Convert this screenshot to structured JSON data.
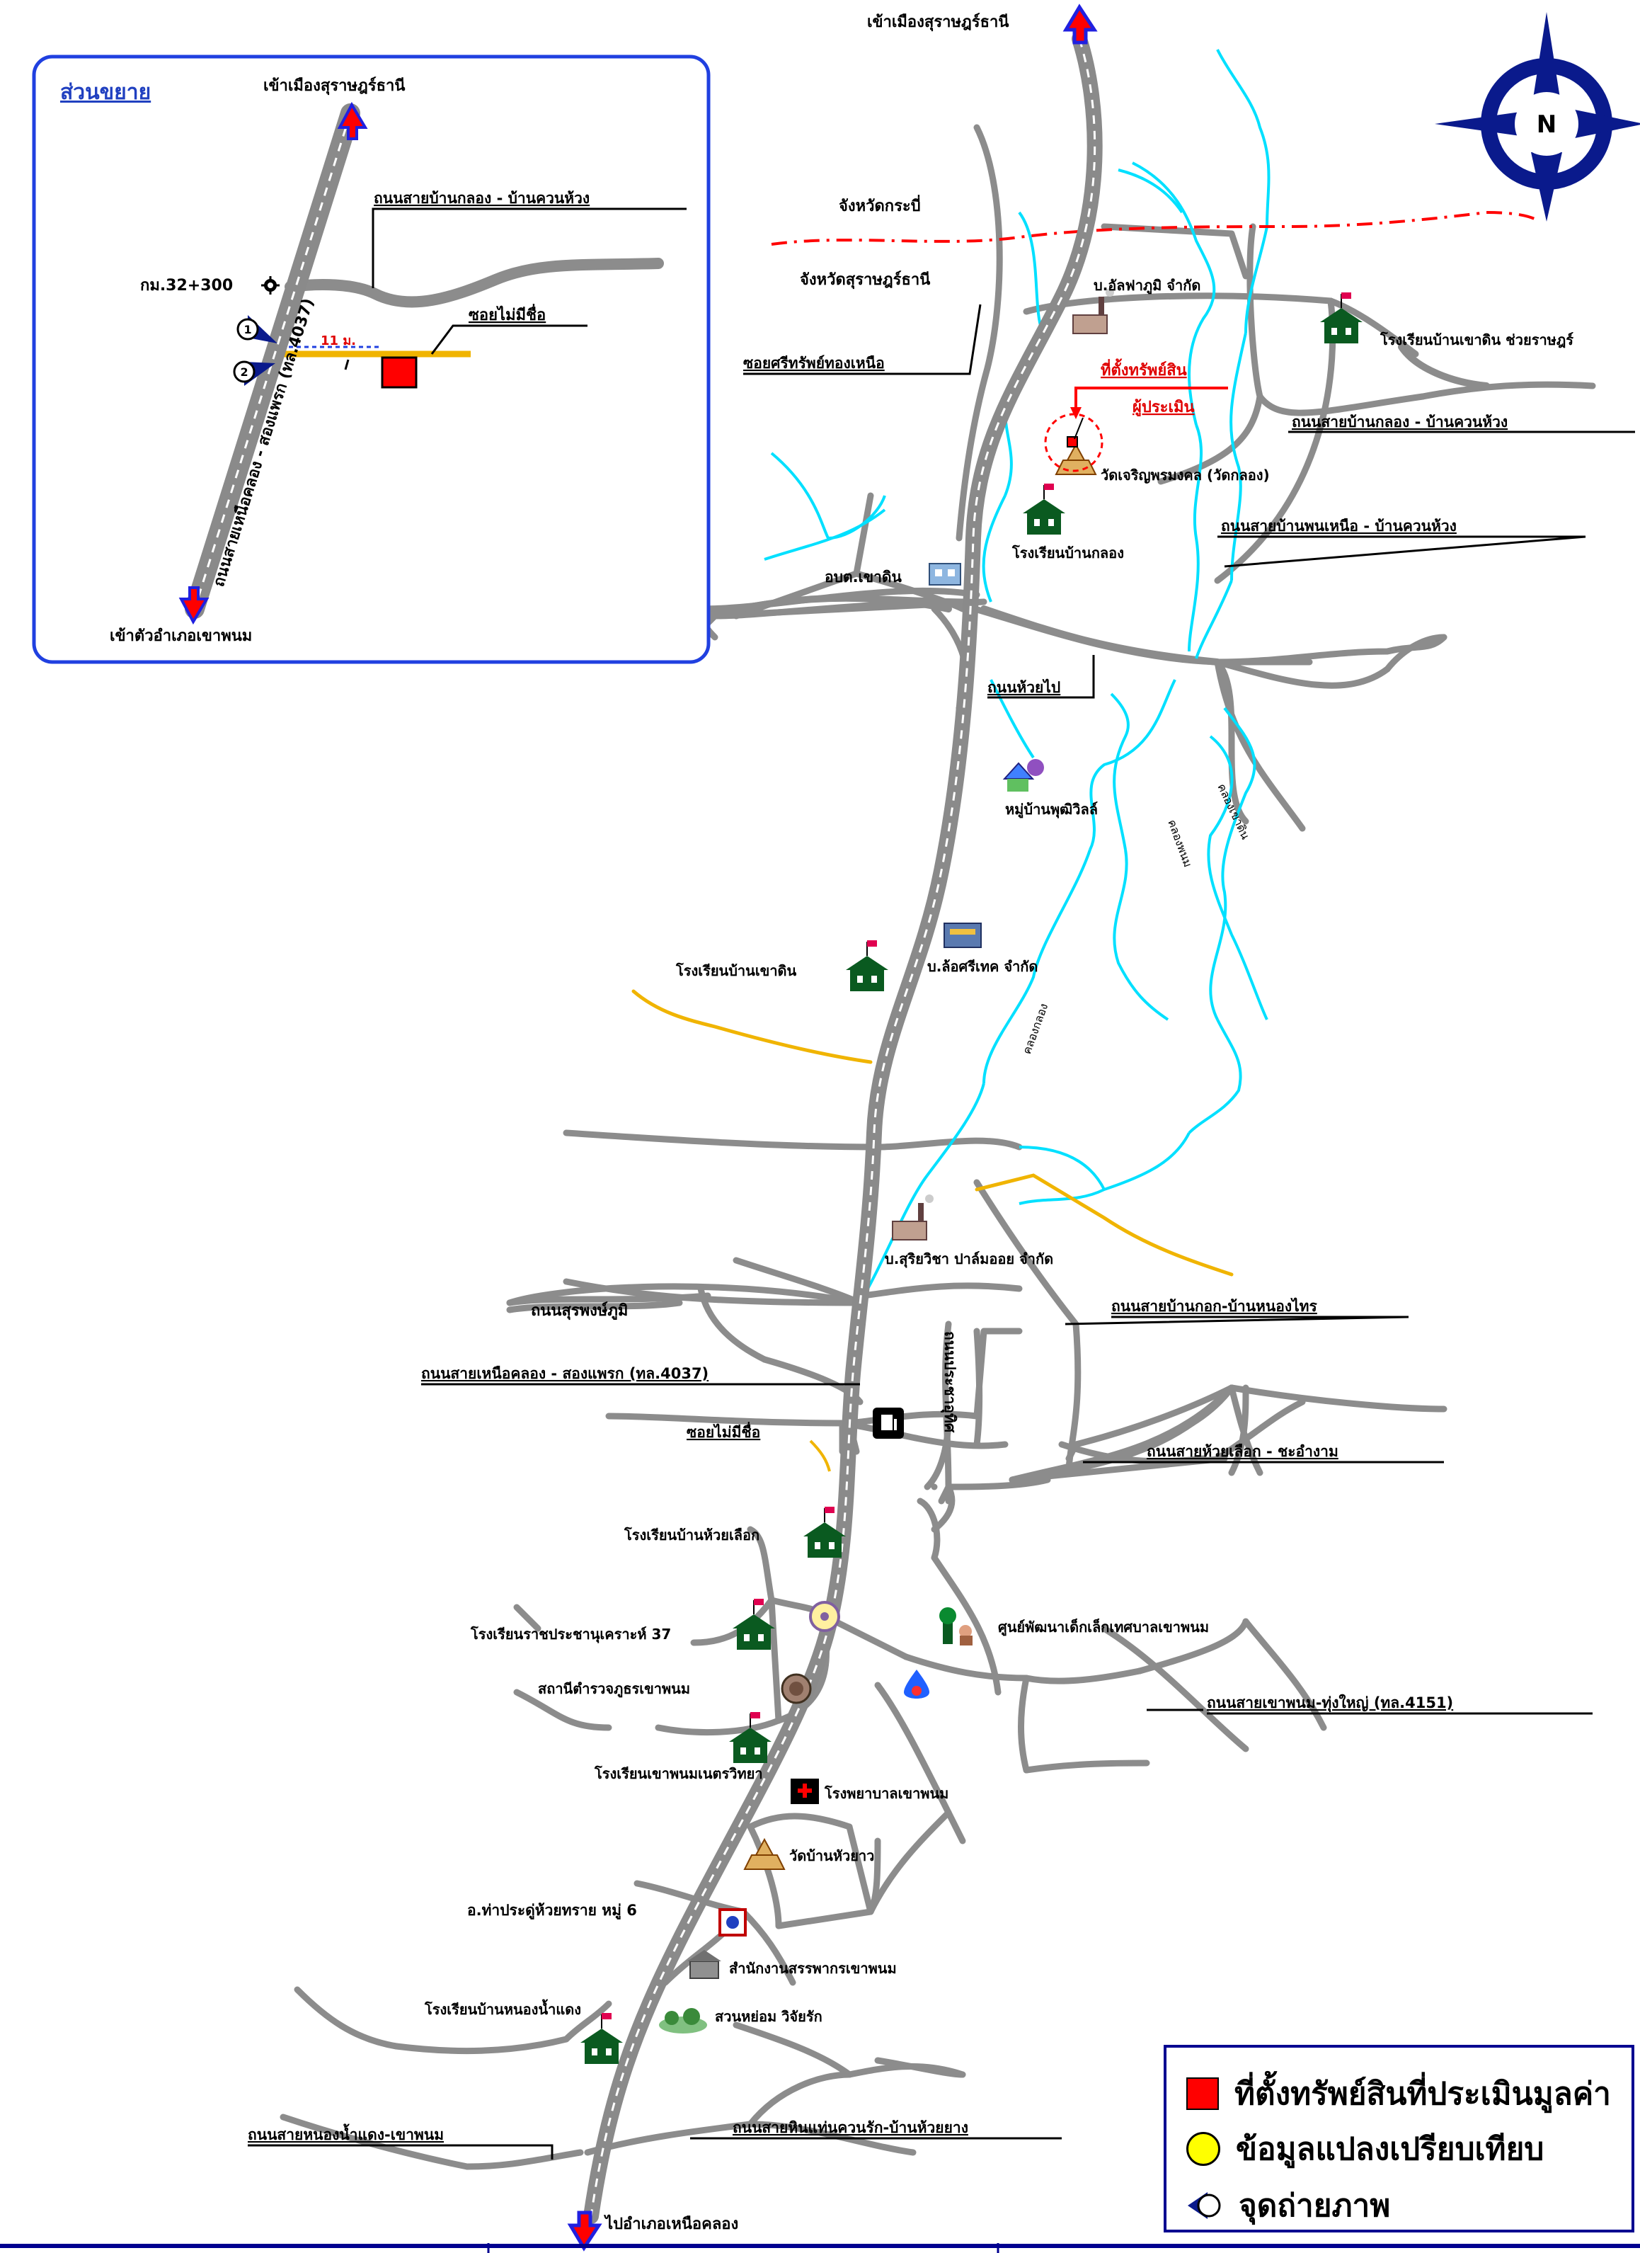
{
  "inset": {
    "title": "ส่วนขยาย",
    "to_north": "เข้าเมืองสุราษฎร์ธานี",
    "to_south": "เข้าตัวอำเภอเขาพนม",
    "road_km": "กม.32+300",
    "road_label": "ถนนสายบ้านกลอง - บ้านควนห้วง",
    "soi_label": "ซอยไม่มีชื่อ",
    "highway_label": "ถนนสายเหนือคลอง - สองแพรก (ทล.4037)",
    "dist": "11 ม.",
    "photo_1": "1",
    "photo_2": "2"
  },
  "map": {
    "to_north": "เข้าเมืองสุราษฎร์ธานี",
    "to_south": "ไปอำเภอเหนือคลอง",
    "prov_krabi": "จังหวัดกระบี่",
    "prov_surat": "จังหวัดสุราษฎร์ธานี",
    "school_tr": "โรงเรียนบ้านเขาดิน ช่วยราษฎร์",
    "factory_1": "บ.อัลฟาภูมิ จำกัด",
    "subject_line1": "ที่ตั้งทรัพย์สิน",
    "subject_line2": "ผู้ประเมิน",
    "road_kok_kuan": "ถนนสายบ้านกลอง - บ้านควนห้วง",
    "temple_1": "วัดเจริญพรมงคล (วัดกลอง)",
    "road_north": "ถนนสายบ้านพนเหนือ - บ้านควนห้วง",
    "school_klong": "โรงเรียนบ้านกลอง",
    "soi_north": "ซอยศรีทรัพย์ทองเหนือ",
    "obt": "อบต.เขาดิน",
    "soi_huai": "ถนนห้วยไป",
    "village": "หมู่บ้านพุฒิวิลล์",
    "factory_2": "บ.ล้อศรีเทค จำกัด",
    "school_west": "โรงเรียนบ้านเขาดิน",
    "stream_1": "คลองเขาดิน",
    "stream_2": "คลองพนม",
    "stream_3": "คลองกลอง",
    "factory_3": "บ.สุริยวิชา ปาล์มออย จำกัด",
    "road_pung": "ถนนสุรพงษ์ภูมิ",
    "road_kok_nong": "ถนนสายบ้านกอก-บ้านหนองไทร",
    "highway": "ถนนสายเหนือคลอง - สองแพรก (ทล.4037)",
    "road_pracha": "ถนนประชาอุทิศ",
    "soi_nameless": "ซอยไม่มีชื่อ",
    "road_huai_luek": "ถนนสายห้วยเลือก - ชะอำงาม",
    "school_huai": "โรงเรียนบ้านห้วยเลือก",
    "school_ratcha": "โรงเรียนราชประชานุเคราะห์ 37",
    "child_center": "ศูนย์พัฒนาเด็กเล็กเทศบาลเขาพนม",
    "police": "สถานีตำรวจภูธรเขาพนม",
    "road_khao_phanom": "ถนนสายเขาพนม-ทุ่งใหญ่ (ทล.4151)",
    "school_khao": "โรงเรียนเขาพนมเนตรวิทยา",
    "hospital": "โรงพยาบาลเขาพนม",
    "temple_2": "วัดบ้านหัวยาว",
    "district": "อ.ท่าประดู่ห้วยทราย หมู่ 6",
    "office": "สำนักงานสรรพากรเขาพนม",
    "school_sw": "โรงเรียนบ้านหนองน้ำแดง",
    "park": "สวนหย่อม วิจัยรัก",
    "road_sw": "ถนนสายหนองน้ำแดง-เขาพนม",
    "road_se": "ถนนสายหินแท่นควนรัก-บ้านห้วยยาง",
    "north": "N"
  },
  "legend": {
    "items": [
      {
        "label": "ที่ตั้งทรัพย์สินที่ประเมินมูลค่า",
        "symbol": "red-square"
      },
      {
        "label": "ข้อมูลแปลงเปรียบเทียบ",
        "symbol": "yellow-circle"
      },
      {
        "label": "จุดถ่ายภาพ",
        "symbol": "photo-arrow"
      }
    ]
  },
  "colors": {
    "highway": "#8a8a8a",
    "road": "#8c8c8c",
    "stream": "#00e0ff",
    "orange_road": "#f0b400",
    "boundary": "#ff0000",
    "arrow": "#2020e0",
    "compass": "#0a1a8c"
  }
}
